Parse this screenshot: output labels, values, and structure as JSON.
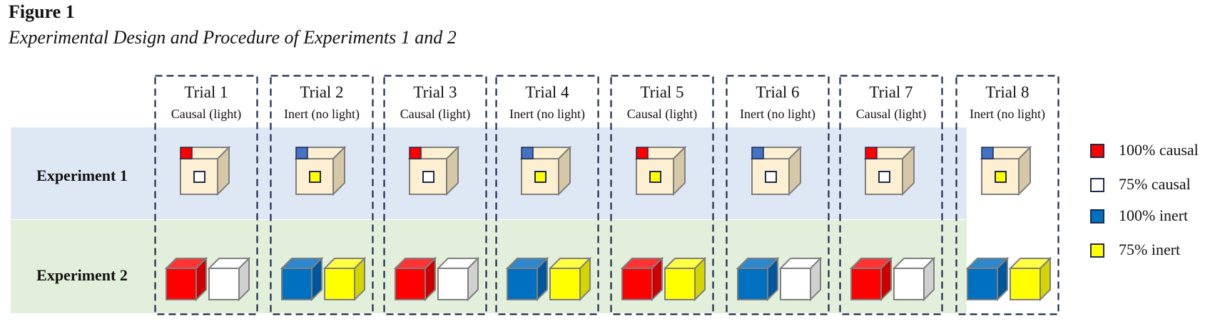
{
  "figure": {
    "label": "Figure 1",
    "caption": "Experimental Design and Procedure of Experiments 1 and 2"
  },
  "rows": [
    {
      "label": "Experiment 1",
      "color": "#dee8f5"
    },
    {
      "label": "Experiment 2",
      "color": "#e2efda"
    }
  ],
  "colors": {
    "red": "#ff0000",
    "white": "#ffffff",
    "blue": "#0070c0",
    "yellow": "#ffff00",
    "box_face": "#fdf0d2",
    "box_side": "#d6c8a6",
    "corner_blue": "#4472c4",
    "dash_border": "#1f2a4a"
  },
  "trials": [
    {
      "title": "Trial 1",
      "type": "Causal (light)",
      "exp1": {
        "corner": "red",
        "inner": "white"
      },
      "exp2": [
        "red",
        "white"
      ]
    },
    {
      "title": "Trial 2",
      "type": "Inert (no light)",
      "exp1": {
        "corner": "blue",
        "inner": "yellow"
      },
      "exp2": [
        "blue",
        "yellow"
      ]
    },
    {
      "title": "Trial 3",
      "type": "Causal (light)",
      "exp1": {
        "corner": "red",
        "inner": "white"
      },
      "exp2": [
        "red",
        "white"
      ]
    },
    {
      "title": "Trial 4",
      "type": "Inert (no light)",
      "exp1": {
        "corner": "blue",
        "inner": "yellow"
      },
      "exp2": [
        "blue",
        "yellow"
      ]
    },
    {
      "title": "Trial 5",
      "type": "Causal (light)",
      "exp1": {
        "corner": "red",
        "inner": "yellow"
      },
      "exp2": [
        "red",
        "yellow"
      ]
    },
    {
      "title": "Trial 6",
      "type": "Inert (no light)",
      "exp1": {
        "corner": "blue",
        "inner": "white"
      },
      "exp2": [
        "blue",
        "white"
      ]
    },
    {
      "title": "Trial 7",
      "type": "Causal (light)",
      "exp1": {
        "corner": "red",
        "inner": "white"
      },
      "exp2": [
        "red",
        "white"
      ]
    },
    {
      "title": "Trial 8",
      "type": "Inert (no light)",
      "exp1": {
        "corner": "blue",
        "inner": "yellow"
      },
      "exp2": [
        "blue",
        "yellow"
      ]
    }
  ],
  "legend": [
    {
      "label": "100% causal",
      "color": "red"
    },
    {
      "label": "75% causal",
      "color": "white"
    },
    {
      "label": "100% inert",
      "color": "blue"
    },
    {
      "label": "75% inert",
      "color": "yellow"
    }
  ]
}
